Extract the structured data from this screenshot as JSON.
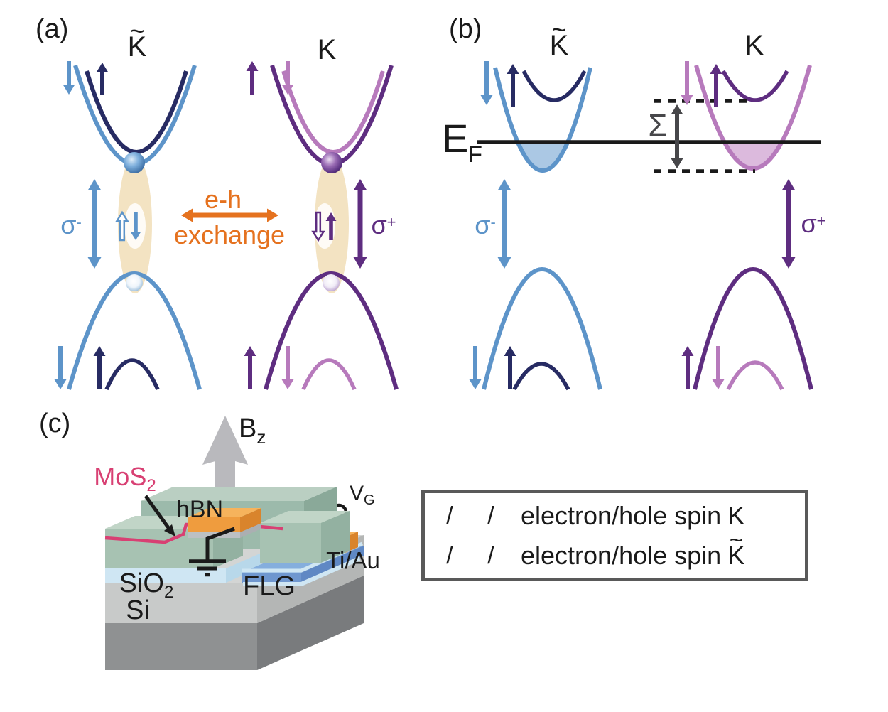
{
  "colors": {
    "light_blue": "#5d94c9",
    "navy": "#272b63",
    "dark_purple": "#5e2d80",
    "medium_purple": "#8a57a8",
    "orchid": "#b77abc",
    "blue_fill": "#abc8e4",
    "purple_fill": "#dcbadd",
    "orange": "#e5721f",
    "cream": "#f3e3c2",
    "pink": "#d84073",
    "gray_arrow": "#b9b9bd",
    "dark_gray": "#47474a",
    "black": "#1a1a1a",
    "legend_border": "#595959",
    "si_front": "#8f9192",
    "si_side": "#797b7d",
    "sio2_top": "#d3d5d4",
    "sio2_front": "#c8cac9",
    "sio2_side": "#b4b6b5",
    "pale_blue": "#cfe6f3",
    "flg_top": "#85aedd",
    "flg_front": "#6f97cf",
    "flg_side": "#5f88c4",
    "hbn_top": "#c1d5c7",
    "hbn_front": "#a7c2b2",
    "hbn_side": "#93b1a1",
    "hbn_back_top": "#bacfc2",
    "hbn_back_front": "#9cbaab",
    "hbn_back_side": "#8aa999",
    "gold_top": "#f6b35c",
    "gold_front": "#ef9c3e",
    "gold_side": "#d9842c",
    "contact_gray": "#bcc0c3"
  },
  "panel_a": {
    "label": "(a)",
    "valley_left": {
      "base": "K",
      "tilde": "~"
    },
    "valley_right": {
      "base": "K",
      "tilde": ""
    },
    "sigma_minus": {
      "base": "σ",
      "sup": "-"
    },
    "sigma_plus": {
      "base": "σ",
      "sup": "+"
    },
    "exchange_line1": "e-h",
    "exchange_line2": "exchange"
  },
  "panel_b": {
    "label": "(b)",
    "valley_left": {
      "base": "K",
      "tilde": "~"
    },
    "valley_right": {
      "base": "K",
      "tilde": ""
    },
    "fermi": {
      "base": "E",
      "sub": "F"
    },
    "sigma_sum": "Σ",
    "sigma_minus": {
      "base": "σ",
      "sup": "-"
    },
    "sigma_plus": {
      "base": "σ",
      "sup": "+"
    }
  },
  "panel_c": {
    "label": "(c)",
    "field": {
      "base": "B",
      "sub": "z"
    },
    "mos2": {
      "base": "MoS",
      "sub": "2"
    },
    "hbn": "hBN",
    "sio2": {
      "base": "SiO",
      "sub": "2"
    },
    "si": "Si",
    "flg": "FLG",
    "ti_au": "Ti/Au",
    "gate": {
      "base": "V",
      "sub": "G"
    }
  },
  "legend": {
    "slash": "/",
    "rows": [
      {
        "prefix": "electron/hole spin",
        "valley": "K",
        "tilde": ""
      },
      {
        "prefix": "electron/hole spin",
        "valley": "K",
        "tilde": "~"
      }
    ]
  }
}
